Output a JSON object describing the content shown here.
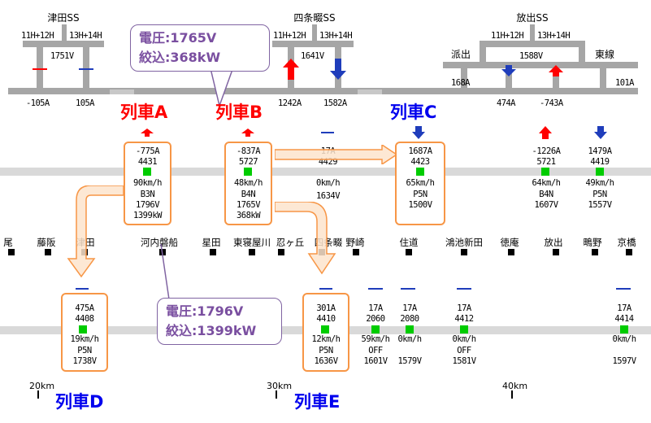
{
  "substations": [
    {
      "name": "津田SS",
      "left_feeder": "11H+12H",
      "right_feeder": "13H+14H",
      "voltage": "1751V"
    },
    {
      "name": "四条畷SS",
      "left_feeder": "11H+12H",
      "right_feeder": "13H+14H",
      "voltage": "1641V"
    },
    {
      "name": "放出SS",
      "left_feeder": "11H+12H",
      "right_feeder": "13H+14H",
      "voltage": "1588V"
    }
  ],
  "branches": {
    "haside": "派出",
    "higashisen": "東線",
    "haside_current": "168A",
    "higashisen_current": "101A"
  },
  "feeder_currents": [
    "-105A",
    "105A",
    "1242A",
    "1582A",
    "474A",
    "-743A"
  ],
  "callouts": {
    "b": {
      "voltage": "電圧:1765V",
      "throttle": "絞込:368kW"
    },
    "a": {
      "voltage": "電圧:1796V",
      "throttle": "絞込:1399kW"
    }
  },
  "train_labels": {
    "a": "列車A",
    "b": "列車B",
    "c": "列車C",
    "d": "列車D",
    "e": "列車E"
  },
  "upper_trains": [
    {
      "id": "A",
      "current": "-775A",
      "number": "4431",
      "speed": "90km/h",
      "notch": "B3N",
      "voltage": "1796V",
      "throttle": "1399kW"
    },
    {
      "id": "B",
      "current": "-837A",
      "number": "5727",
      "speed": "48km/h",
      "notch": "B4N",
      "voltage": "1765V",
      "throttle": "368kW"
    },
    {
      "id": "x",
      "current": "17A",
      "number": "4429",
      "speed": "0km/h",
      "notch": "",
      "voltage": "1634V"
    },
    {
      "id": "C",
      "current": "1687A",
      "number": "4423",
      "speed": "65km/h",
      "notch": "P5N",
      "voltage": "1500V"
    },
    {
      "id": "y",
      "current": "-1226A",
      "number": "5721",
      "speed": "64km/h",
      "notch": "B4N",
      "voltage": "1607V"
    },
    {
      "id": "z",
      "current": "1479A",
      "number": "4419",
      "speed": "49km/h",
      "notch": "P5N",
      "voltage": "1557V"
    }
  ],
  "lower_trains": [
    {
      "id": "D",
      "current": "475A",
      "number": "4408",
      "speed": "19km/h",
      "notch": "P5N",
      "voltage": "1738V"
    },
    {
      "id": "E",
      "current": "301A",
      "number": "4410",
      "speed": "12km/h",
      "notch": "P5N",
      "voltage": "1636V"
    },
    {
      "id": "p",
      "current": "17A",
      "number": "2060",
      "speed": "59km/h",
      "notch": "OFF",
      "voltage": "1601V"
    },
    {
      "id": "q",
      "current": "17A",
      "number": "2080",
      "speed": "0km/h",
      "notch": "",
      "voltage": "1579V"
    },
    {
      "id": "r",
      "current": "17A",
      "number": "4412",
      "speed": "0km/h",
      "notch": "OFF",
      "voltage": "1581V"
    },
    {
      "id": "s",
      "current": "17A",
      "number": "4414",
      "speed": "0km/h",
      "notch": "",
      "voltage": "1597V"
    }
  ],
  "stations": [
    "尾",
    "藤阪",
    "津田",
    "河内磐船",
    "星田",
    "東寝屋川",
    "忍ヶ丘",
    "四条畷",
    "野崎",
    "住道",
    "鴻池新田",
    "徳庵",
    "放出",
    "鴫野",
    "京橋"
  ],
  "km_marks": [
    "20km",
    "30km",
    "40km"
  ],
  "colors": {
    "accent_orange": "#f79646",
    "callout_purple": "#8064a2",
    "power_red": "#ff0000",
    "regen_blue": "#0000ee"
  }
}
